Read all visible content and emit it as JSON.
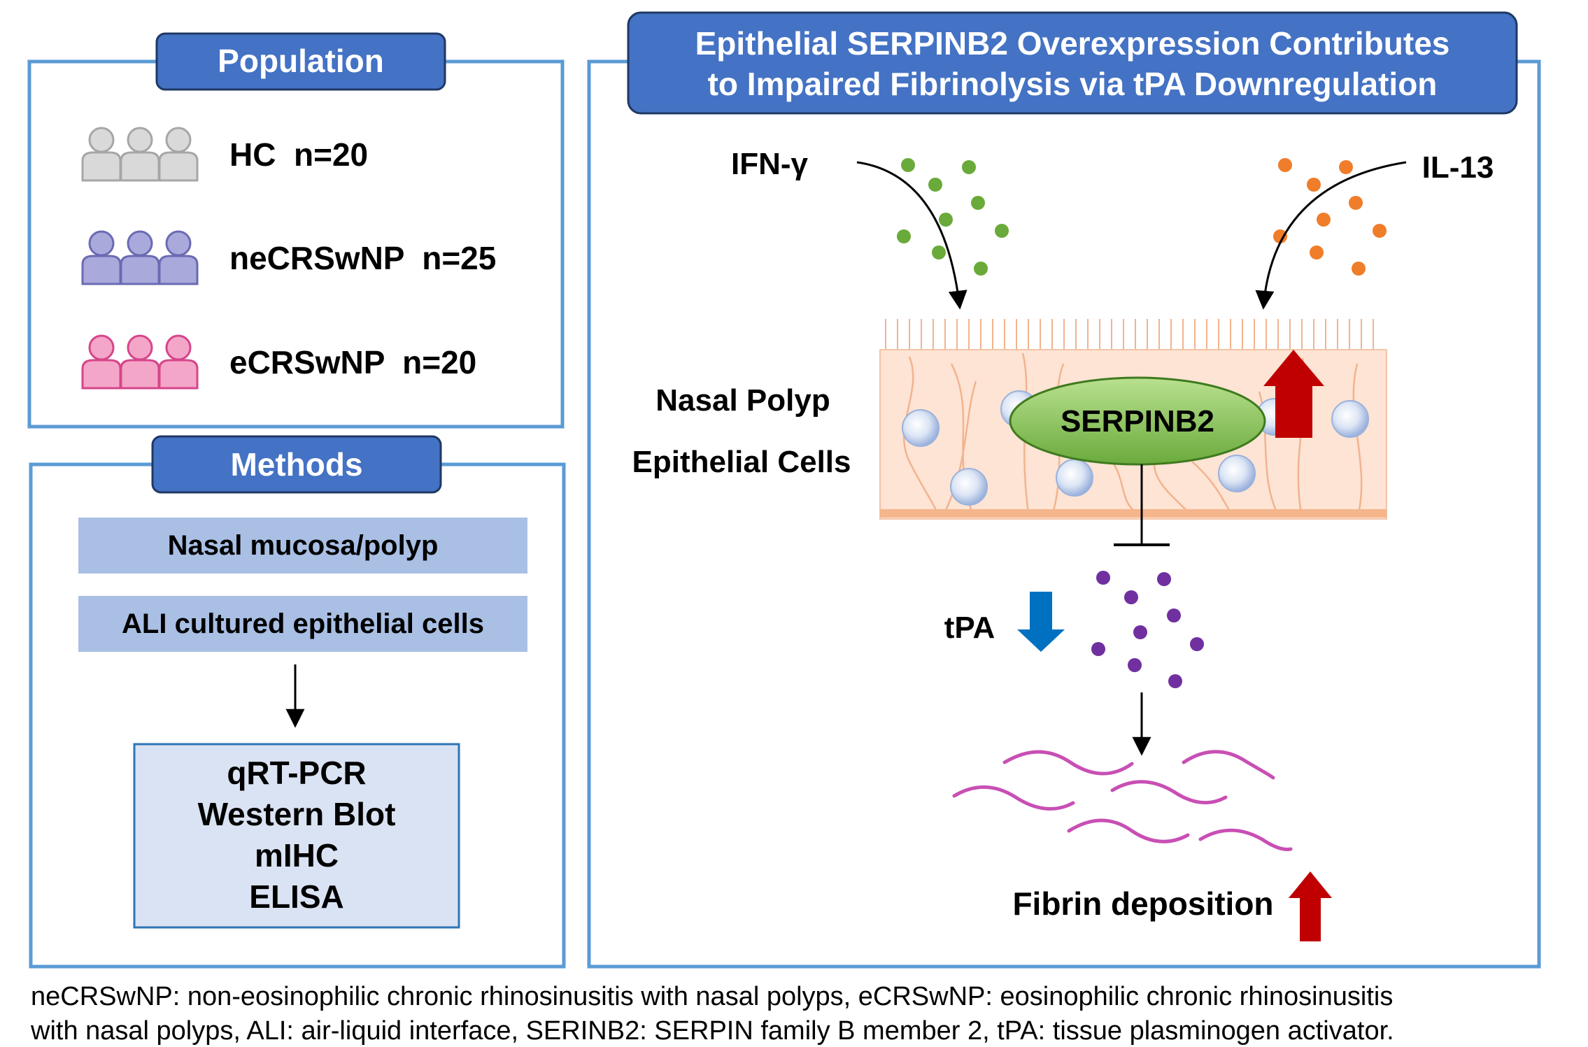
{
  "colors": {
    "panel_border": "#5b9bd5",
    "header_fill": "#4472c4",
    "header_border": "#1f3864",
    "method_box": "#a9bfe4",
    "result_box": "#dae3f3",
    "hc": "#d9d9d9",
    "necrswnp": "#a9a9dc",
    "ecrswnp": "#f4a6c8",
    "ifn_dot": "#6aaa3a",
    "il13_dot": "#f07d2a",
    "tpa_dot": "#7030a0",
    "fibrin": "#c84fb4",
    "up_arrow": "#c00000",
    "down_arrow": "#0070c0",
    "cell_layer": "#fde4d4",
    "serpinb2_fill": "#8cc65a"
  },
  "population": {
    "title": "Population",
    "groups": [
      {
        "label": "HC  n=20",
        "icon": "people-icon"
      },
      {
        "label": "neCRSwNP  n=25",
        "icon": "people-icon"
      },
      {
        "label": "eCRSwNP  n=20",
        "icon": "people-icon"
      }
    ]
  },
  "methods": {
    "title": "Methods",
    "samples": [
      "Nasal mucosa/polyp",
      "ALI cultured epithelial cells"
    ],
    "assays": [
      "qRT-PCR",
      "Western Blot",
      "mIHC",
      "ELISA"
    ]
  },
  "mechanism": {
    "title_line1": "Epithelial SERPINB2 Overexpression Contributes",
    "title_line2": "to Impaired Fibrinolysis via tPA Downregulation",
    "ifn": "IFN-γ",
    "il13": "IL-13",
    "cell_line1": "Nasal Polyp",
    "cell_line2": "Epithelial Cells",
    "serpinb2": "SERPINB2",
    "tpa": "tPA",
    "fibrin": "Fibrin deposition"
  },
  "footnote": {
    "line1": "neCRSwNP: non-eosinophilic chronic rhinosinusitis with nasal polyps, eCRSwNP: eosinophilic chronic rhinosinusitis",
    "line2": "with nasal polyps, ALI: air-liquid interface, SERINB2: SERPIN family B member 2, tPA: tissue plasminogen activator."
  }
}
